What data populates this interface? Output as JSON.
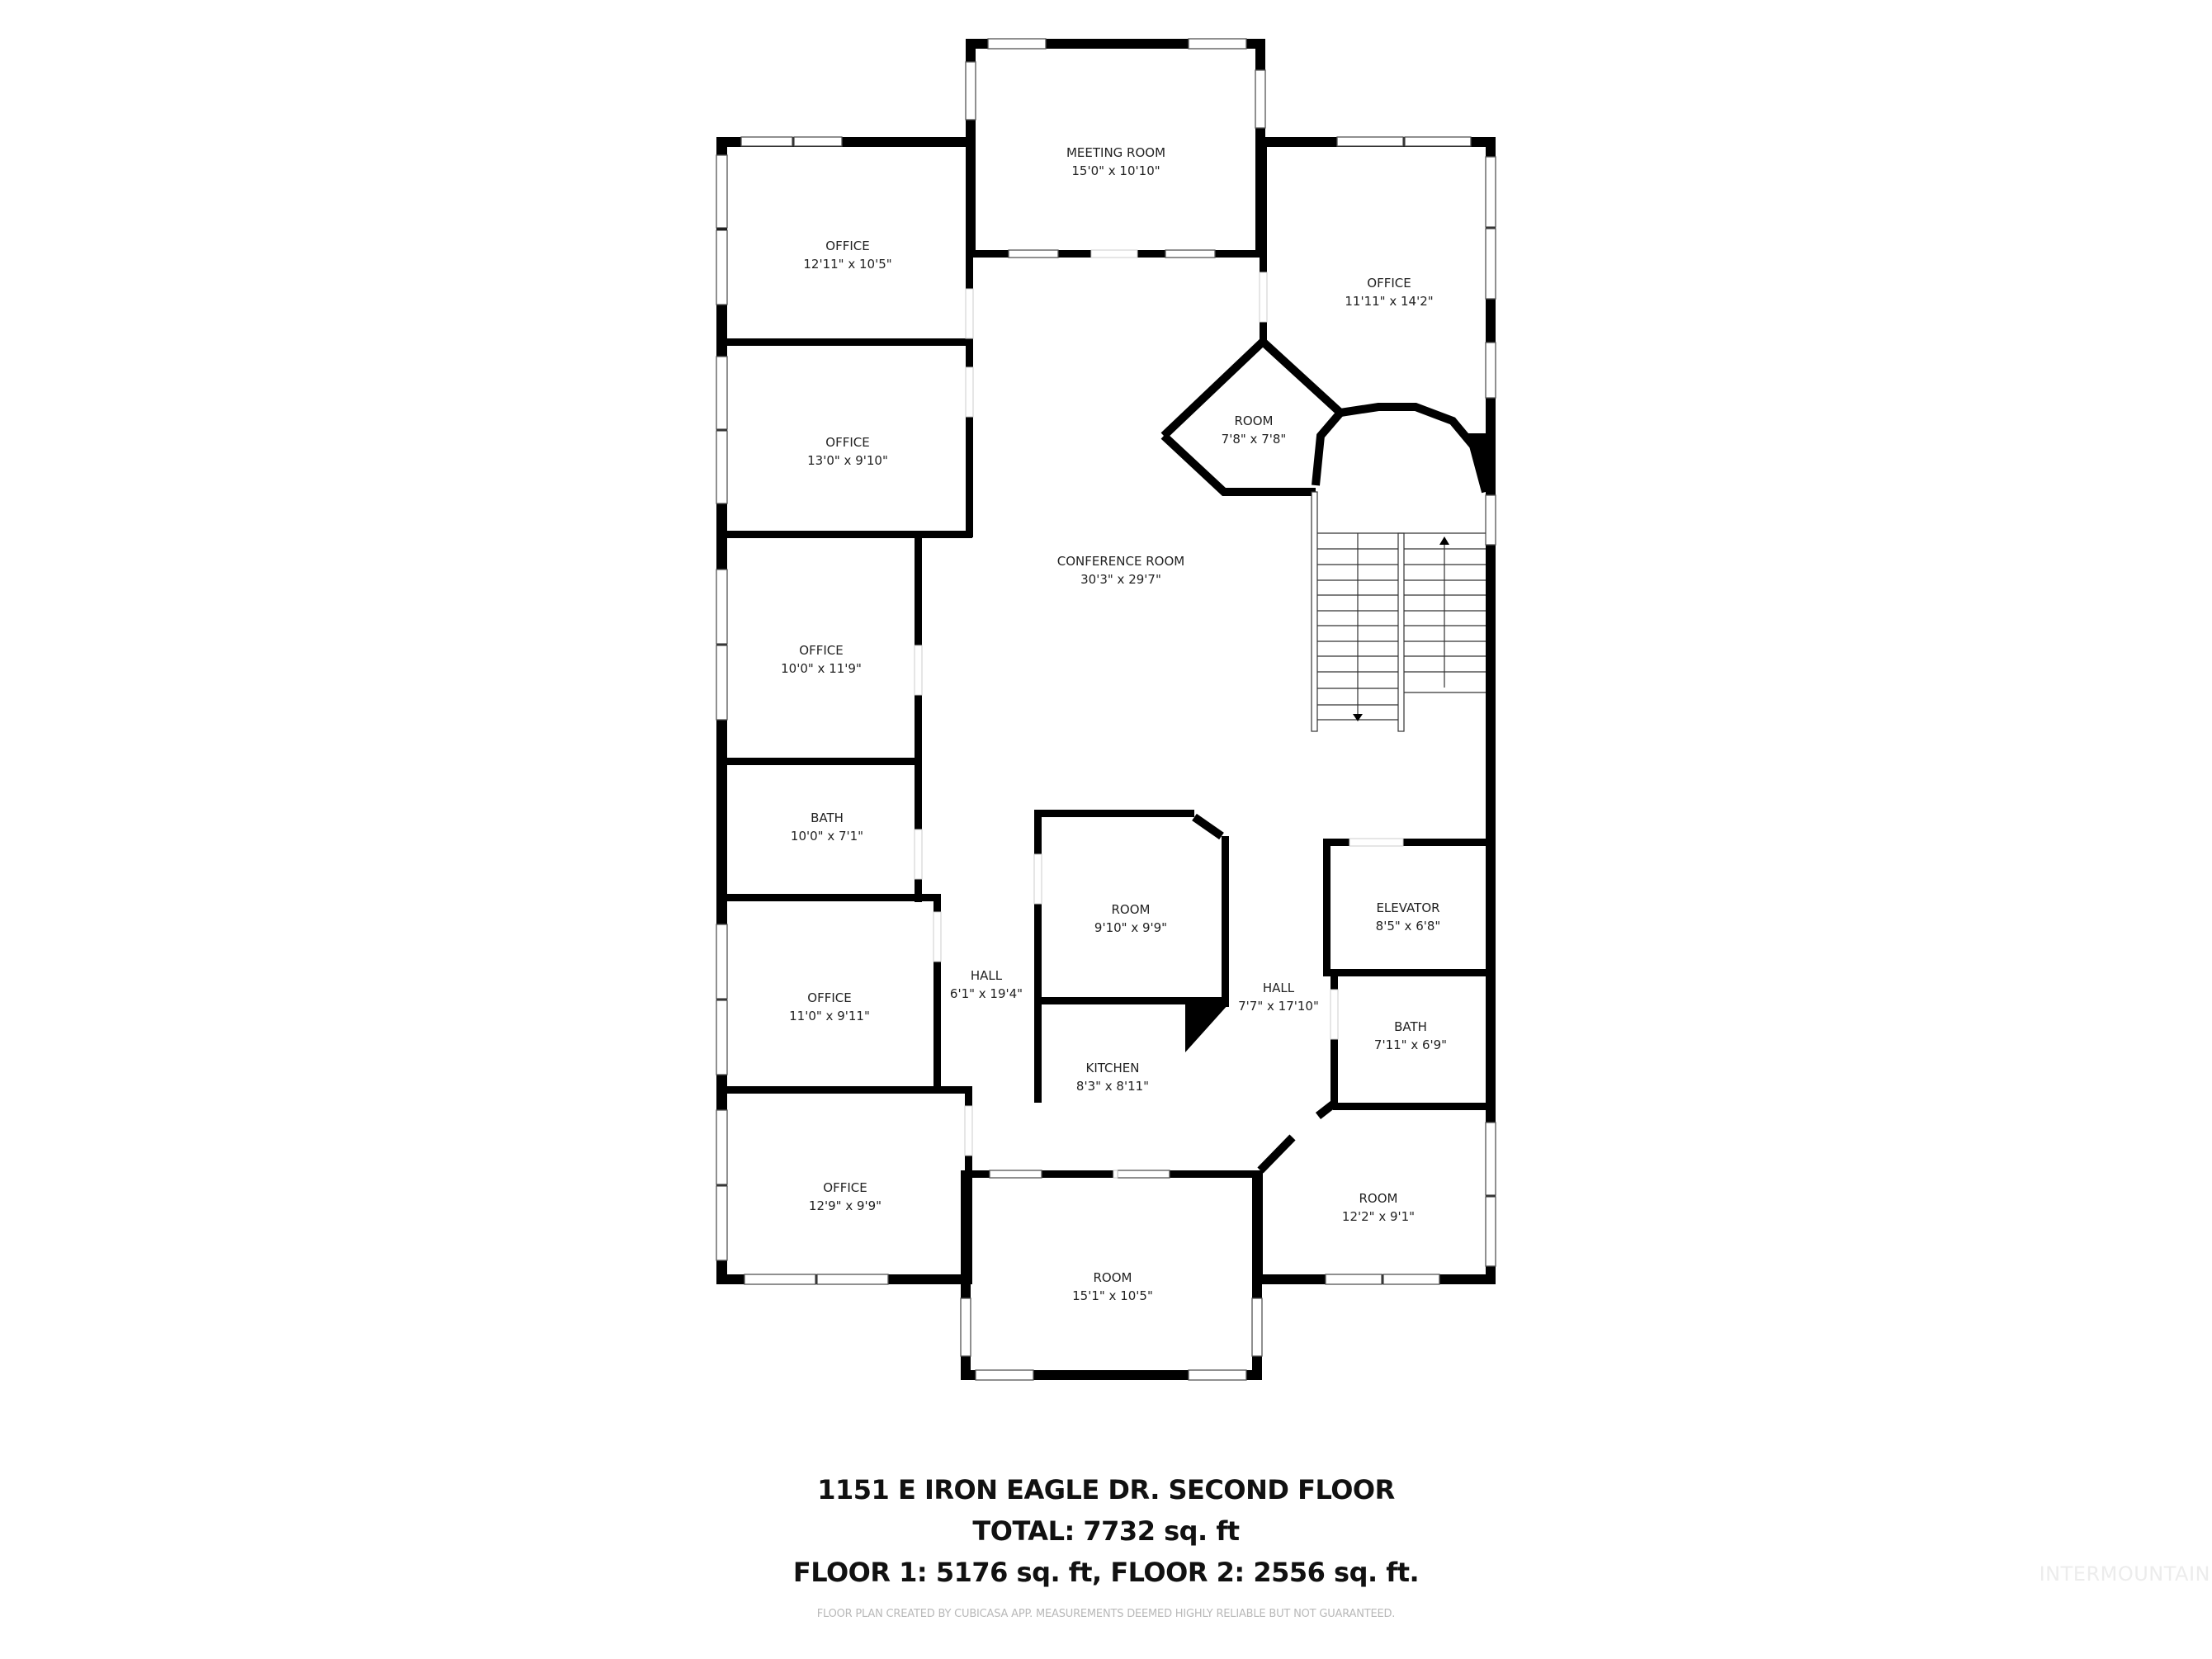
{
  "rooms": {
    "meeting_room": {
      "name": "MEETING ROOM",
      "dims": "15'0\" x 10'10\""
    },
    "office_1": {
      "name": "OFFICE",
      "dims": "12'11\" x 10'5\""
    },
    "office_2": {
      "name": "OFFICE",
      "dims": "13'0\" x 9'10\""
    },
    "office_3": {
      "name": "OFFICE",
      "dims": "10'0\" x 11'9\""
    },
    "bath_left": {
      "name": "BATH",
      "dims": "10'0\" x 7'1\""
    },
    "office_4": {
      "name": "OFFICE",
      "dims": "11'0\" x 9'11\""
    },
    "office_5": {
      "name": "OFFICE",
      "dims": "12'9\" x 9'9\""
    },
    "office_right": {
      "name": "OFFICE",
      "dims": "11'11\" x 14'2\""
    },
    "room_small": {
      "name": "ROOM",
      "dims": "7'8\" x 7'8\""
    },
    "conference_room": {
      "name": "CONFERENCE ROOM",
      "dims": "30'3\" x 29'7\""
    },
    "room_center": {
      "name": "ROOM",
      "dims": "9'10\" x 9'9\""
    },
    "kitchen": {
      "name": "KITCHEN",
      "dims": "8'3\" x 8'11\""
    },
    "hall_left": {
      "name": "HALL",
      "dims": "6'1\" x 19'4\""
    },
    "hall_right": {
      "name": "HALL",
      "dims": "7'7\" x 17'10\""
    },
    "elevator": {
      "name": "ELEVATOR",
      "dims": "8'5\" x 6'8\""
    },
    "bath_right": {
      "name": "BATH",
      "dims": "7'11\" x 6'9\""
    },
    "room_bottom_right": {
      "name": "ROOM",
      "dims": "12'2\" x 9'1\""
    },
    "room_bottom": {
      "name": "ROOM",
      "dims": "15'1\" x 10'5\""
    }
  },
  "footer": {
    "address_line": "1151 E IRON EAGLE DR. SECOND FLOOR",
    "total_line": "TOTAL: 7732 sq. ft",
    "floors_line": "FLOOR 1:  5176 sq. ft, FLOOR 2: 2556 sq. ft.",
    "disclaimer": "FLOOR PLAN CREATED BY CUBICASA APP. MEASUREMENTS DEEMED HIGHLY RELIABLE BUT NOT GUARANTEED.",
    "watermark": "INTERMOUNTAIN"
  },
  "colors": {
    "wall": "#000000",
    "window": "#ffffff",
    "text": "#222222",
    "disclaimer": "#b9b9b9",
    "watermark": "#ececec"
  }
}
